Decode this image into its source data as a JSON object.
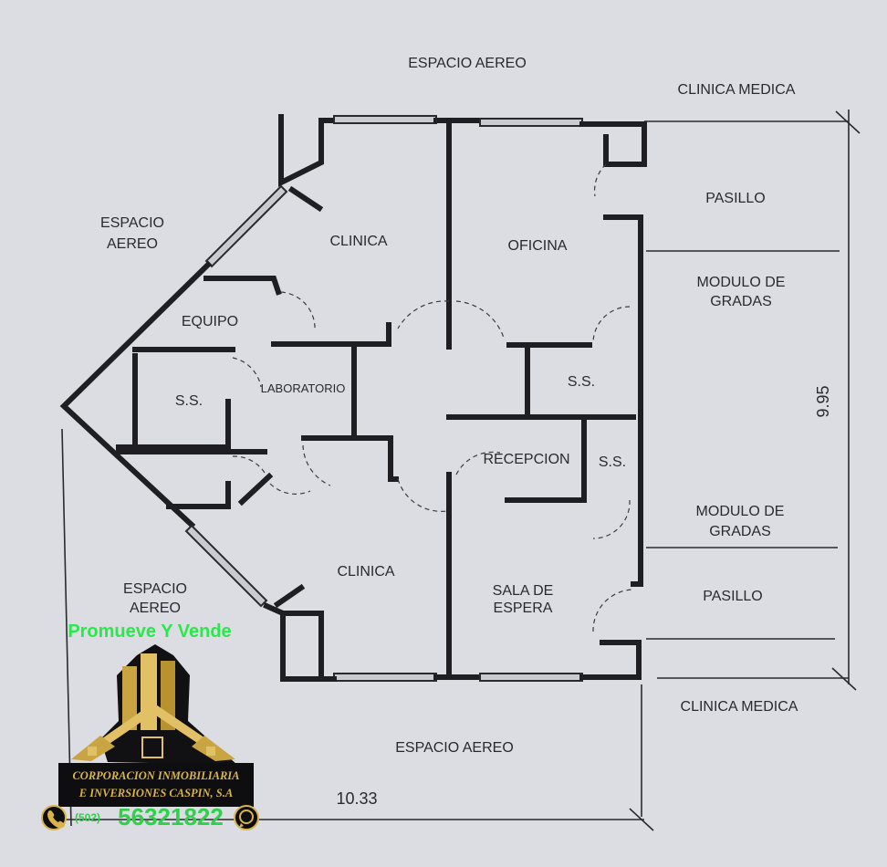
{
  "plan": {
    "labels": {
      "espacio_aereo_top": "ESPACIO AEREO",
      "clinica_medica_top": "CLINICA MEDICA",
      "espacio_aereo_left_1": "ESPACIO",
      "espacio_aereo_left_2": "AEREO",
      "clinica_top": "CLINICA",
      "oficina": "OFICINA",
      "pasillo_top": "PASILLO",
      "modulo_gradas_top_1": "MODULO DE",
      "modulo_gradas_top_2": "GRADAS",
      "equipo": "EQUIPO",
      "ss_left": "S.S.",
      "laboratorio": "LABORATORIO",
      "ss_right_top": "S.S.",
      "recepcion": "RECEPCION",
      "ss_right_bottom": "S.S.",
      "modulo_gradas_bottom_1": "MODULO DE",
      "modulo_gradas_bottom_2": "GRADAS",
      "espacio_aereo_bottomleft_1": "ESPACIO",
      "espacio_aereo_bottomleft_2": "AEREO",
      "clinica_bottom": "CLINICA",
      "sala_espera_1": "SALA DE",
      "sala_espera_2": "ESPERA",
      "pasillo_bottom": "PASILLO",
      "clinica_medica_bottom": "CLINICA MEDICA",
      "espacio_aereo_bottom": "ESPACIO AEREO"
    },
    "dimensions": {
      "height": "9.95",
      "width": "10.33"
    }
  },
  "watermark": {
    "promo": "Promueve Y Vende",
    "company_line1": "CORPORACION INMOBILIARIA",
    "company_line2": "E INVERSIONES CASPIN, S.A",
    "phone_prefix": "(502)",
    "phone": "56321822",
    "icons": [
      "phone-icon",
      "whatsapp-icon",
      "building-logo-icon"
    ],
    "colors": {
      "promo": "#29e84a",
      "gold": "#d9b44a",
      "phone": "#2fd04a"
    }
  }
}
